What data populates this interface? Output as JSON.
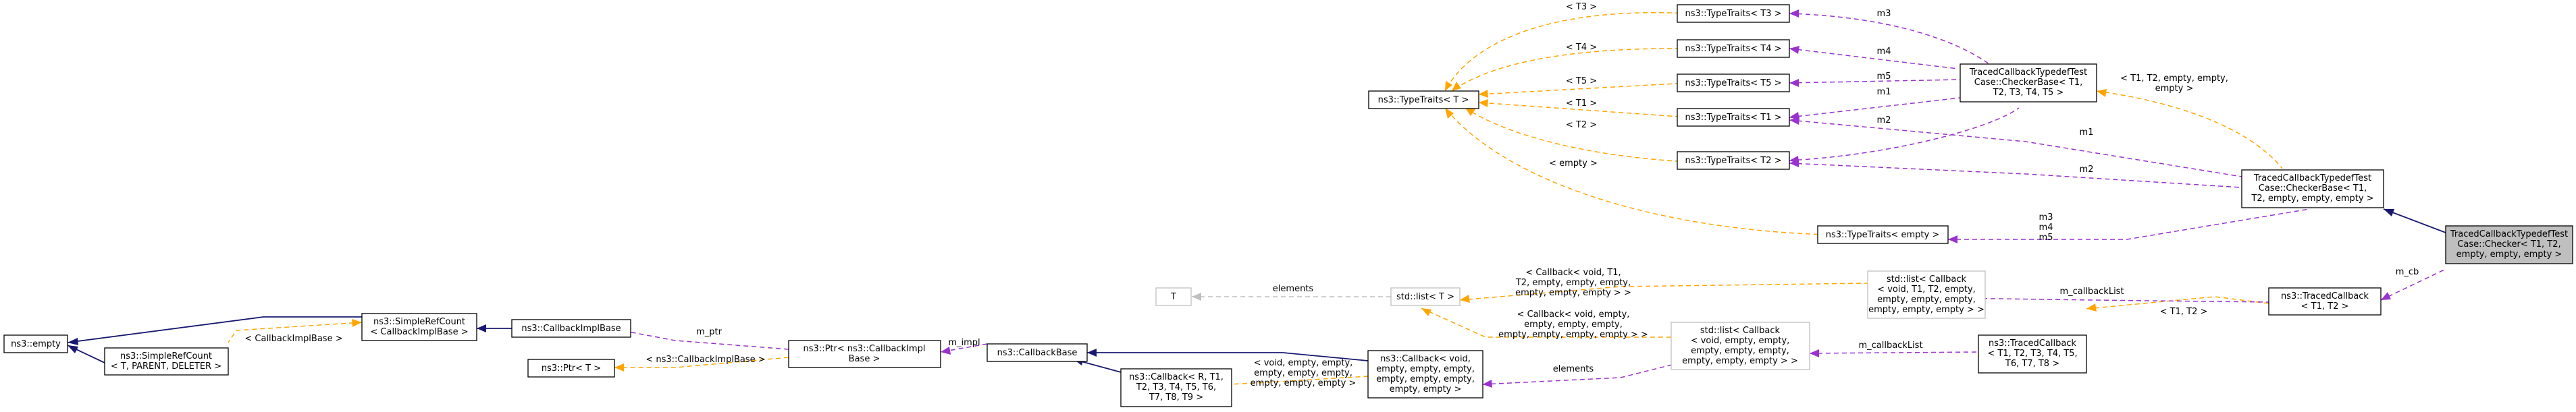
{
  "nodes": {
    "empty": {
      "lines": [
        "ns3::empty"
      ]
    },
    "srefcount_pdt": {
      "lines": [
        "ns3::SimpleRefCount",
        "< T, PARENT, DELETER >"
      ]
    },
    "srefcount_cbib": {
      "lines": [
        "ns3::SimpleRefCount",
        "< CallbackImplBase >"
      ]
    },
    "cbib": {
      "lines": [
        "ns3::CallbackImplBase"
      ]
    },
    "ptr_t": {
      "lines": [
        "ns3::Ptr< T >"
      ]
    },
    "ptr_cbib": {
      "lines": [
        "ns3::Ptr< ns3::CallbackImpl",
        "Base >"
      ]
    },
    "cbbase": {
      "lines": [
        "ns3::CallbackBase"
      ]
    },
    "cb_rt": {
      "lines": [
        "ns3::Callback< R, T1,",
        "T2, T3, T4, T5, T6,",
        "T7, T8, T9 >"
      ]
    },
    "cb_void": {
      "lines": [
        "ns3::Callback< void,",
        "empty, empty, empty,",
        "empty, empty, empty,",
        "empty, empty >"
      ]
    },
    "t": {
      "lines": [
        "T"
      ]
    },
    "list_t": {
      "lines": [
        "std::list< T >"
      ]
    },
    "list_a": {
      "lines": [
        "std::list< Callback",
        "< void, T1, T2, empty,",
        "empty, empty, empty,",
        "empty, empty, empty > >"
      ]
    },
    "list_b": {
      "lines": [
        "std::list< Callback",
        "< void, empty, empty,",
        "empty, empty, empty,",
        "empty, empty, empty > >"
      ]
    },
    "tracedcb_9": {
      "lines": [
        "ns3::TracedCallback",
        "< T1, T2, T3, T4, T5,",
        "T6, T7, T8 >"
      ]
    },
    "tracedcb_2": {
      "lines": [
        "ns3::TracedCallback",
        "< T1, T2 >"
      ]
    },
    "tt_t": {
      "lines": [
        "ns3::TypeTraits< T >"
      ]
    },
    "tt_t3": {
      "lines": [
        "ns3::TypeTraits< T3 >"
      ]
    },
    "tt_t4": {
      "lines": [
        "ns3::TypeTraits< T4 >"
      ]
    },
    "tt_t5": {
      "lines": [
        "ns3::TypeTraits< T5 >"
      ]
    },
    "tt_t1": {
      "lines": [
        "ns3::TypeTraits< T1 >"
      ]
    },
    "tt_t2": {
      "lines": [
        "ns3::TypeTraits< T2 >"
      ]
    },
    "tt_empty": {
      "lines": [
        "ns3::TypeTraits< empty >"
      ]
    },
    "checkerbase_t": {
      "lines": [
        "TracedCallbackTypedefTest",
        "Case::CheckerBase< T1,",
        "T2, T3, T4, T5 >"
      ]
    },
    "checkerbase_e": {
      "lines": [
        "TracedCallbackTypedefTest",
        "Case::CheckerBase< T1,",
        "T2, empty, empty, empty >"
      ]
    },
    "checker": {
      "lines": [
        "TracedCallbackTypedefTest",
        "Case::Checker< T1, T2,",
        "empty, empty, empty >"
      ]
    }
  },
  "edge_labels": {
    "cbib_tpl": [
      "< CallbackImplBase >"
    ],
    "m_ptr": [
      "m_ptr"
    ],
    "ptr_tpl": [
      "< ns3::CallbackImplBase >"
    ],
    "m_impl": [
      "m_impl"
    ],
    "cbvoid_tpl": [
      "< void, empty, empty,",
      "empty, empty, empty,",
      "empty, empty, empty >"
    ],
    "elements_t": [
      "elements"
    ],
    "list_a_tpl": [
      "< Callback< void, T1,",
      "T2, empty, empty, empty,",
      "empty, empty, empty > >"
    ],
    "list_b_tpl": [
      "< Callback< void, empty,",
      "empty, empty, empty,",
      "empty, empty, empty, empty > >"
    ],
    "elements_cb": [
      "elements"
    ],
    "m_cblist_a": [
      "m_callbackList"
    ],
    "m_cblist_b": [
      "m_callbackList"
    ],
    "tracedcb_tpl": [
      "< T1, T2 >"
    ],
    "m_cb": [
      "m_cb"
    ],
    "t3_tpl": [
      "< T3 >"
    ],
    "t4_tpl": [
      "< T4 >"
    ],
    "t5_tpl": [
      "< T5 >"
    ],
    "t1_tpl": [
      "< T1 >"
    ],
    "t2_tpl": [
      "< T2 >"
    ],
    "empty_tpl": [
      "< empty >"
    ],
    "m3": [
      "m3"
    ],
    "m4": [
      "m4"
    ],
    "m5": [
      "m5"
    ],
    "m1_top": [
      "m1"
    ],
    "m2_top": [
      "m2"
    ],
    "m1_right": [
      "m1"
    ],
    "m2_right": [
      "m2"
    ],
    "m345": [
      "m3",
      "m4",
      "m5"
    ],
    "checkerbase_tpl": [
      "< T1, T2, empty, empty,",
      "empty >"
    ]
  },
  "colors": {
    "inheritance": "#191970",
    "member": "#9a32cd",
    "template": "#ffa500",
    "hidden": "#bfbfbf",
    "focus_fill": "#bfbfbf"
  }
}
